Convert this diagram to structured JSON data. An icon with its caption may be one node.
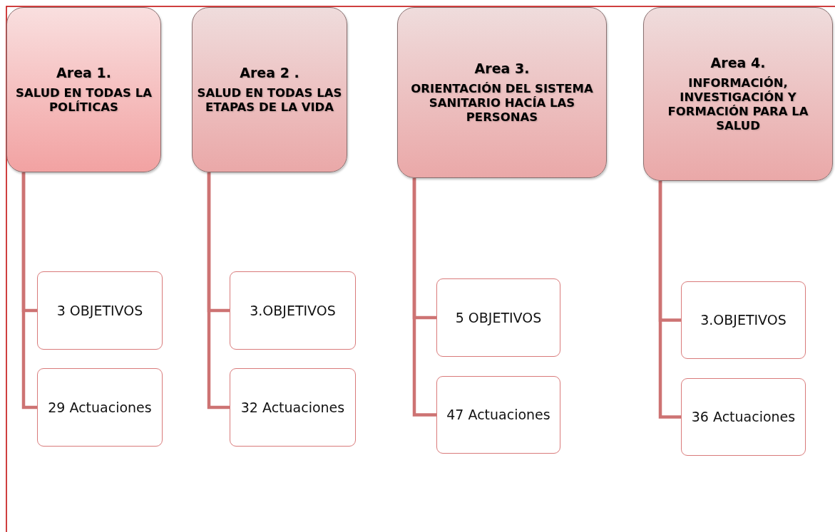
{
  "diagram": {
    "nodes": [
      {
        "text": [
          "Area 1.",
          "SALUD EN TODAS LA POLÍTICAS"
        ]
      },
      {
        "text": [
          "3 OBJETIVOS"
        ]
      },
      {
        "text": [
          "29 Actuaciones"
        ]
      },
      {
        "text": [
          "Area 2 .",
          "SALUD EN TODAS LAS ETAPAS DE LA VIDA"
        ]
      },
      {
        "text": [
          "3.OBJETIVOS"
        ]
      },
      {
        "text": [
          "32 Actuaciones"
        ]
      },
      {
        "text": [
          "Area 3.",
          "ORIENTACIÓN DEL SISTEMA SANITARIO HACÍA LAS PERSONAS"
        ]
      },
      {
        "text": [
          "5 OBJETIVOS"
        ]
      },
      {
        "text": [
          "47 Actuaciones"
        ]
      },
      {
        "text": [
          "Area 4.",
          "INFORMACIÓN, INVESTIGACIÓN Y FORMACIÓN PARA LA SALUD"
        ]
      },
      {
        "text": [
          "3.OBJETIVOS"
        ]
      },
      {
        "text": [
          "36 Actuaciones"
        ]
      }
    ],
    "edges": [
      {
        "from": 0,
        "to": 1,
        "arrow": "none"
      },
      {
        "from": 0,
        "to": 2,
        "arrow": "none"
      },
      {
        "from": 3,
        "to": 4,
        "arrow": "none"
      },
      {
        "from": 3,
        "to": 5,
        "arrow": "none"
      },
      {
        "from": 6,
        "to": 7,
        "arrow": "none"
      },
      {
        "from": 6,
        "to": 8,
        "arrow": "none"
      },
      {
        "from": 9,
        "to": 10,
        "arrow": "none"
      },
      {
        "from": 9,
        "to": 11,
        "arrow": "none"
      }
    ]
  }
}
